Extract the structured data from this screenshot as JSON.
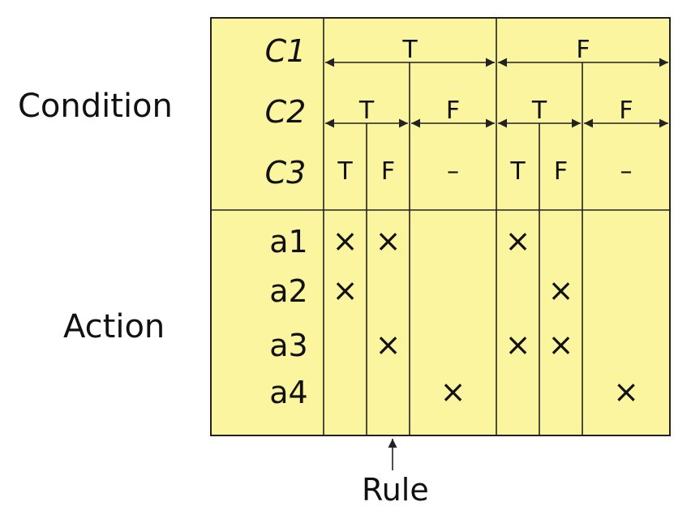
{
  "labels": {
    "condition": "Condition",
    "action": "Action",
    "rule": "Rule"
  },
  "conditions": [
    {
      "name": "C1",
      "entries": [
        "T",
        "F"
      ]
    },
    {
      "name": "C2",
      "entries": [
        "T",
        "F",
        "T",
        "F"
      ]
    },
    {
      "name": "C3",
      "entries": [
        "T",
        "F",
        "-",
        "T",
        "F",
        "-"
      ]
    }
  ],
  "actions": [
    {
      "name": "a1",
      "marks": [
        true,
        true,
        false,
        true,
        false,
        false
      ]
    },
    {
      "name": "a2",
      "marks": [
        true,
        false,
        false,
        false,
        true,
        false
      ]
    },
    {
      "name": "a3",
      "marks": [
        false,
        true,
        false,
        true,
        true,
        false
      ]
    },
    {
      "name": "a4",
      "marks": [
        false,
        false,
        true,
        false,
        false,
        true
      ]
    }
  ],
  "mark_symbol": "×",
  "colors": {
    "table_fill": "#FBF59F",
    "grid": "#222222"
  }
}
